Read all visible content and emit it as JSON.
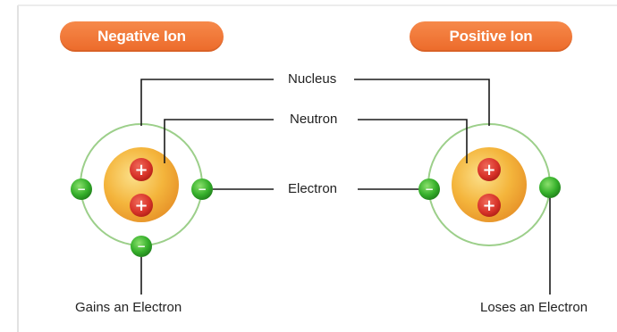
{
  "labels": {
    "negative_ion": "Negative Ion",
    "positive_ion": "Positive Ion",
    "nucleus": "Nucleus",
    "neutron": "Neutron",
    "electron": "Electron",
    "gains": "Gains an Electron",
    "loses": "Loses an Electron"
  },
  "symbols": {
    "proton": "+",
    "electron": "−"
  },
  "colors": {
    "pill_orange": "#ec6a2a",
    "nucleus_orange": "#f2b440",
    "proton_red": "#d8342a",
    "electron_green": "#35b12a",
    "orbit_green": "#9ccf8a",
    "line_dark": "#1a1a1a"
  },
  "atoms": [
    {
      "ion": "negative",
      "protons": 2,
      "electrons": 3
    },
    {
      "ion": "positive",
      "protons": 2,
      "electrons": 2
    }
  ]
}
